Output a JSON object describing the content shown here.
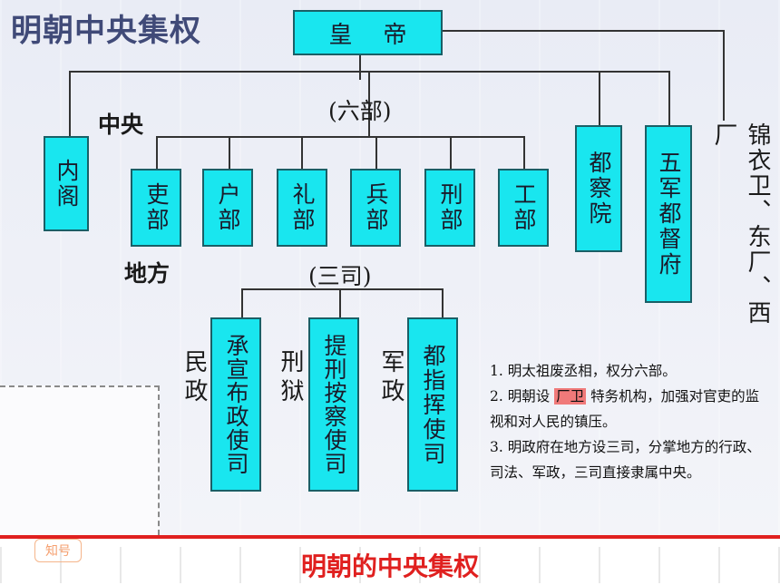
{
  "title": "明朝中央集权",
  "caption": "明朝的中央集权",
  "emperor": "皇帝",
  "labels": {
    "central": "中央",
    "six_ministries": "(六部)",
    "local": "地方",
    "three_offices": "(三司)"
  },
  "neige": "内阁",
  "ministries": [
    "吏部",
    "户部",
    "礼部",
    "兵部",
    "刑部",
    "工部"
  ],
  "duchayuan": "都察院",
  "wujun": "五军都督府",
  "secret_police": "锦衣卫、东厂、西厂",
  "offices": [
    {
      "role": "民政",
      "name": "承宣布政使司"
    },
    {
      "role": "刑狱",
      "name": "提刑按察使司"
    },
    {
      "role": "军政",
      "name": "都指挥使司"
    }
  ],
  "notes": {
    "n1": "1. 明太祖废丞相，权分六部。",
    "n2_pre": "2. 明朝设",
    "n2_hl": "厂卫",
    "n2_post": "特务机构，加强对官吏的监视和对人民的镇压。",
    "n3": "3. 明政府在地方设三司，分掌地方的行政、司法、军政，三司直接隶属中央。"
  },
  "logo_text": "知号"
}
